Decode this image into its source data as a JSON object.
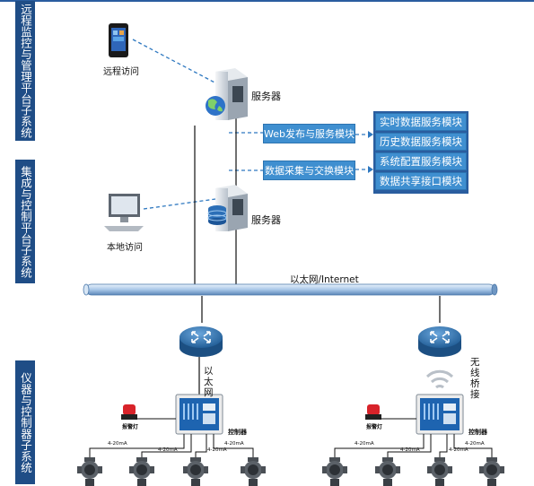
{
  "sidebars": {
    "remote": "远程监控与管理平台子系统",
    "integration": "集成与控制平台子系统",
    "instrument": "仪器与控制器子系统"
  },
  "labels": {
    "remote_access": "远程访问",
    "local_access": "本地访问",
    "server_top": "服务器",
    "server_bottom": "服务器",
    "ethernet": "以太网/Internet",
    "ethernet_vertical": "以太网",
    "wireless_bridge": "无线桥接",
    "controller_left": "控制器",
    "controller_right": "控制器",
    "alarm_left": "报警灯",
    "alarm_right": "报警灯",
    "signal": "4-20mA"
  },
  "modules": {
    "web": "Web发布与服务模块",
    "acq": "数据采集与交换模块",
    "realtime": "实时数据服务模块",
    "history": "历史数据服务模块",
    "config": "系统配置服务模块",
    "share": "数据共享接口模块"
  },
  "colors": {
    "sidebar": "#1f4d86",
    "module_blue": "#3f8fd0",
    "dark_module": "#2a5d9f",
    "router": "#2f6ea8",
    "dashed": "#2e78c0"
  },
  "icons": [
    "phone-icon",
    "server-icon",
    "globe-icon",
    "database-icon",
    "computer-icon",
    "router-icon",
    "wifi-icon",
    "alarm-lamp-icon",
    "controller-icon",
    "gas-detector-icon"
  ]
}
